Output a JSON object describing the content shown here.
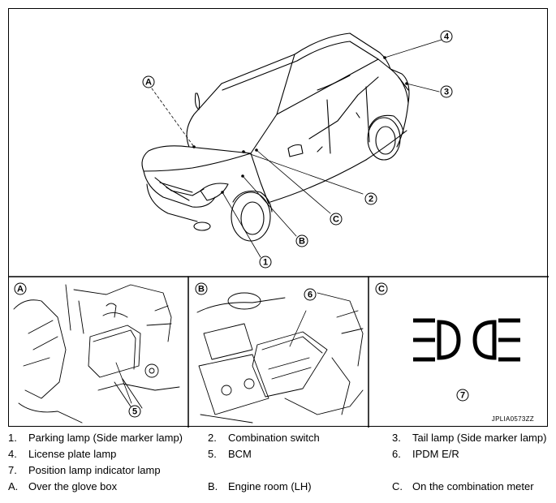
{
  "figure": {
    "code": "JPLIA0573ZZ",
    "main_callouts": {
      "A": "A",
      "B": "B",
      "C": "C",
      "n1": "1",
      "n2": "2",
      "n3": "3",
      "n4": "4"
    },
    "inset_a": {
      "letter": "A",
      "callout": "5"
    },
    "inset_b": {
      "letter": "B",
      "callout": "6"
    },
    "inset_c": {
      "letter": "C",
      "callout": "7"
    }
  },
  "legend": {
    "rows": [
      [
        {
          "num": "1.",
          "text": "Parking lamp (Side marker lamp)"
        },
        {
          "num": "2.",
          "text": "Combination switch"
        },
        {
          "num": "3.",
          "text": "Tail lamp (Side marker lamp)"
        }
      ],
      [
        {
          "num": "4.",
          "text": "License plate lamp"
        },
        {
          "num": "5.",
          "text": "BCM"
        },
        {
          "num": "6.",
          "text": "IPDM E/R"
        }
      ],
      [
        {
          "num": "7.",
          "text": "Position lamp indicator lamp"
        }
      ],
      [
        {
          "num": "A.",
          "text": "Over the glove box"
        },
        {
          "num": "B.",
          "text": "Engine room (LH)"
        },
        {
          "num": "C.",
          "text": "On the combination meter"
        }
      ]
    ]
  }
}
